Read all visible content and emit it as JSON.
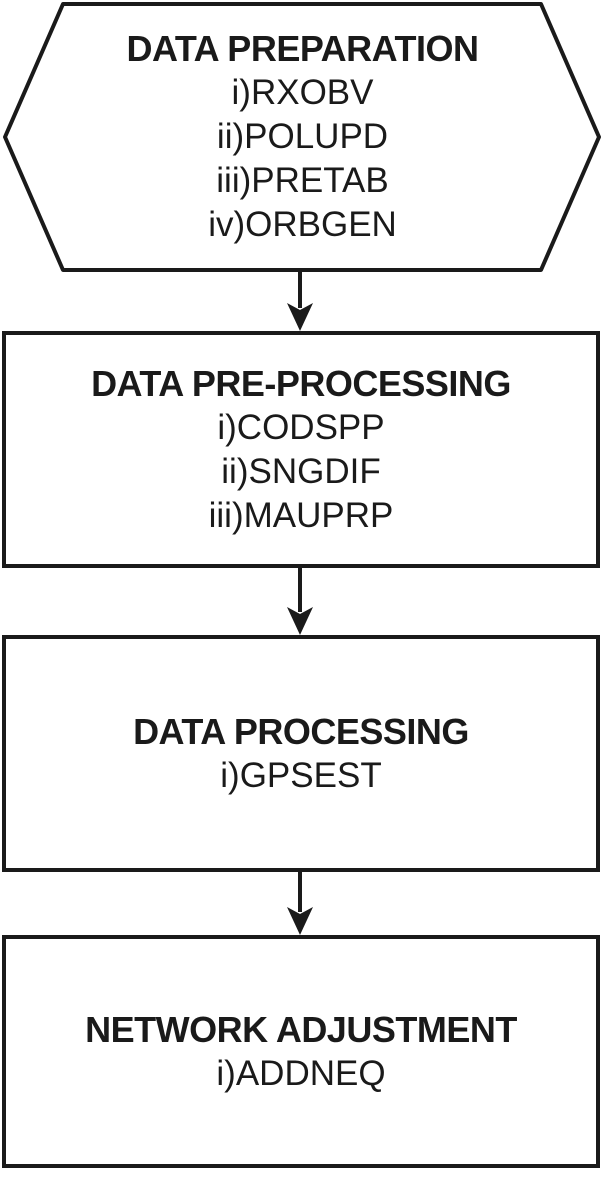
{
  "diagram": {
    "colors": {
      "stroke": "#1a1a1a",
      "text": "#1a1a1a",
      "background": "#ffffff"
    },
    "nodes": [
      {
        "id": "data-preparation",
        "shape": "hexagon",
        "title": "DATA PREPARATION",
        "items": [
          "i)RXOBV",
          "ii)POLUPD",
          "iii)PRETAB",
          "iv)ORBGEN"
        ]
      },
      {
        "id": "data-pre-processing",
        "shape": "rectangle",
        "title": "DATA PRE-PROCESSING",
        "items": [
          "i)CODSPP",
          "ii)SNGDIF",
          "iii)MAUPRP"
        ]
      },
      {
        "id": "data-processing",
        "shape": "rectangle",
        "title": "DATA PROCESSING",
        "items": [
          "i)GPSEST"
        ]
      },
      {
        "id": "network-adjustment",
        "shape": "rectangle",
        "title": "NETWORK ADJUSTMENT",
        "items": [
          "i)ADDNEQ"
        ]
      }
    ],
    "connectors": [
      {
        "from": "data-preparation",
        "to": "data-pre-processing"
      },
      {
        "from": "data-pre-processing",
        "to": "data-processing"
      },
      {
        "from": "data-processing",
        "to": "network-adjustment"
      }
    ]
  }
}
